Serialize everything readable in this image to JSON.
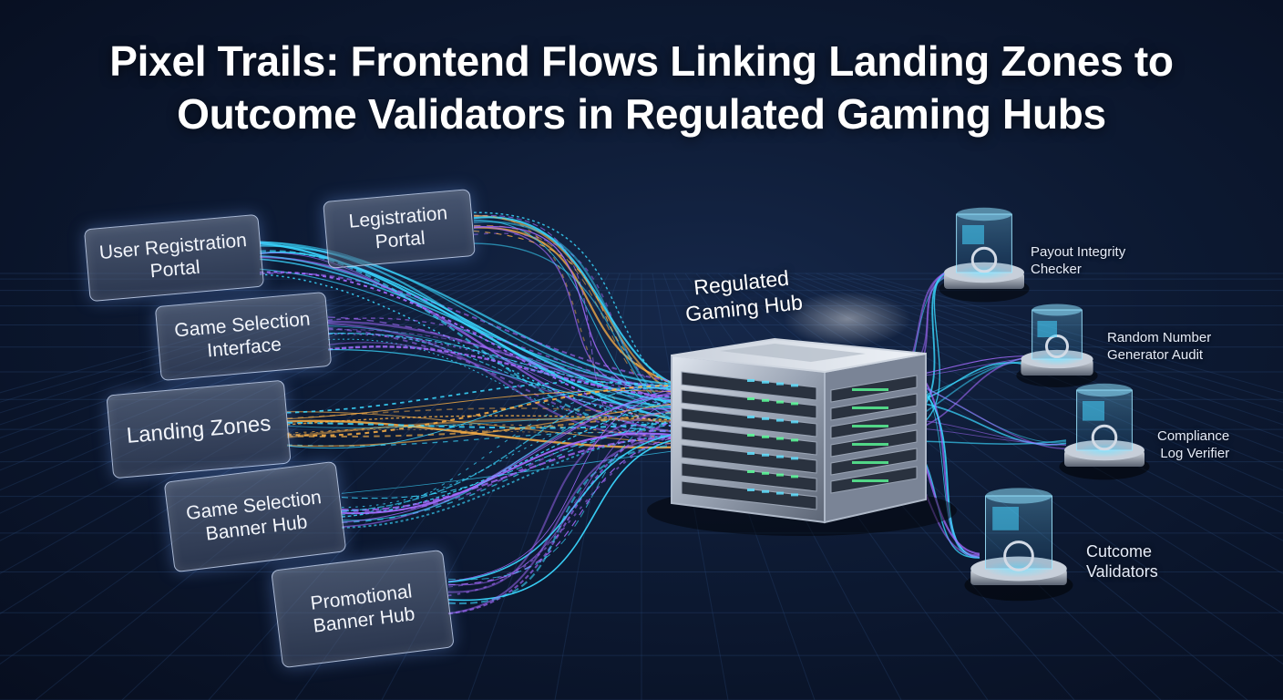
{
  "title": {
    "line1": "Pixel Trails: Frontend Flows Linking Landing Zones to",
    "line2": "Outcome Validators in Regulated Gaming Hubs"
  },
  "sources": [
    {
      "name": "legistration-portal",
      "line1": "Legistration",
      "line2": "Portal"
    },
    {
      "name": "user-registration-portal",
      "line1": "User Registration",
      "line2": "Portal"
    },
    {
      "name": "game-selection-interface",
      "line1": "Game Selection",
      "line2": "Interface"
    },
    {
      "name": "landing-zones",
      "line1": "Landing Zones",
      "line2": ""
    },
    {
      "name": "game-selection-banner-hub",
      "line1": "Game Selection",
      "line2": "Banner Hub"
    },
    {
      "name": "promotional-banner-hub",
      "line1": "Promotional",
      "line2": "Banner Hub"
    }
  ],
  "hub": {
    "line1": "Regulated",
    "line2": "Gaming Hub"
  },
  "validators": [
    {
      "name": "payout-integrity-checker",
      "line1": "Payout Integrity",
      "line2": "Checker"
    },
    {
      "name": "random-number-generator-audit",
      "line1": "Random Number",
      "line2": "Generator Audit"
    },
    {
      "name": "compliance-log-verifier",
      "line1": "Compliance",
      "line2": "Log Verifier"
    },
    {
      "name": "outcome-validators",
      "line1": "Cutcome",
      "line2": "Validators"
    }
  ],
  "colors": {
    "background": "#0d1a33",
    "stream_cyan": "#3ad7ff",
    "stream_purple": "#a56bff",
    "stream_gold": "#ffb347",
    "grid": "#2a4a7a"
  }
}
